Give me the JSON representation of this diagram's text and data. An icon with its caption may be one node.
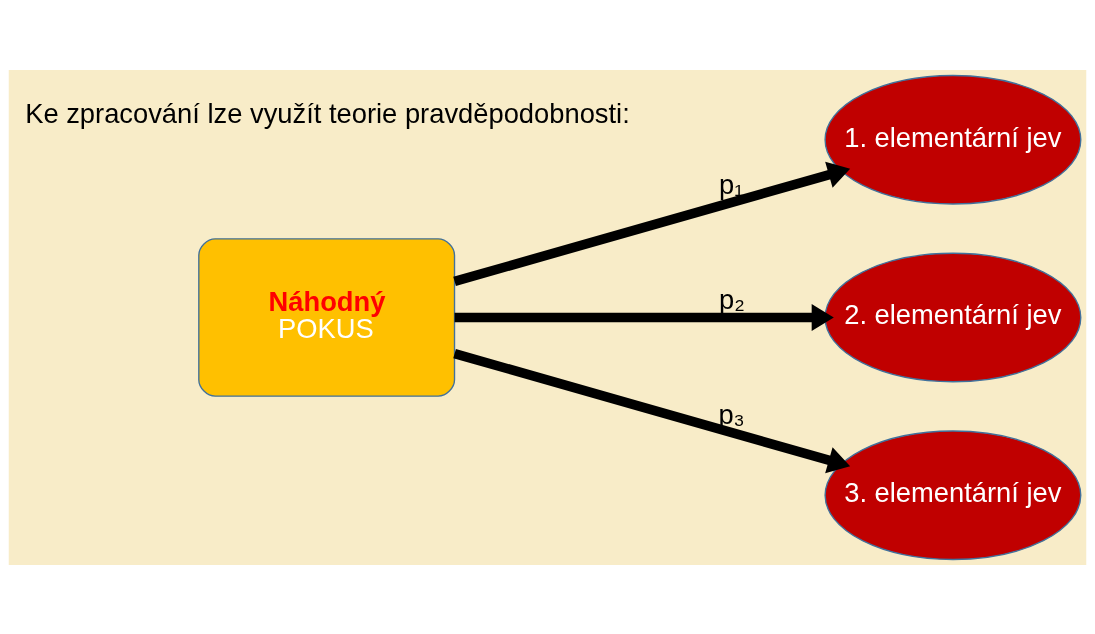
{
  "diagram": {
    "nodes": [
      {
        "text": [
          "Náhodný",
          "POKUS"
        ]
      },
      {
        "text": [
          "1. elementární jev"
        ]
      },
      {
        "text": [
          "2. elementární jev"
        ]
      },
      {
        "text": [
          "3. elementární jev"
        ]
      }
    ],
    "edges": [
      {
        "from": 0,
        "to": 1,
        "arrow": "to",
        "label": "p₁"
      },
      {
        "from": 0,
        "to": 2,
        "arrow": "to",
        "label": "p₂"
      },
      {
        "from": 0,
        "to": 3,
        "arrow": "to",
        "label": "p₃"
      }
    ],
    "labels": [
      "Ke zpracování lze využít teorie pravděpodobnosti:"
    ]
  }
}
